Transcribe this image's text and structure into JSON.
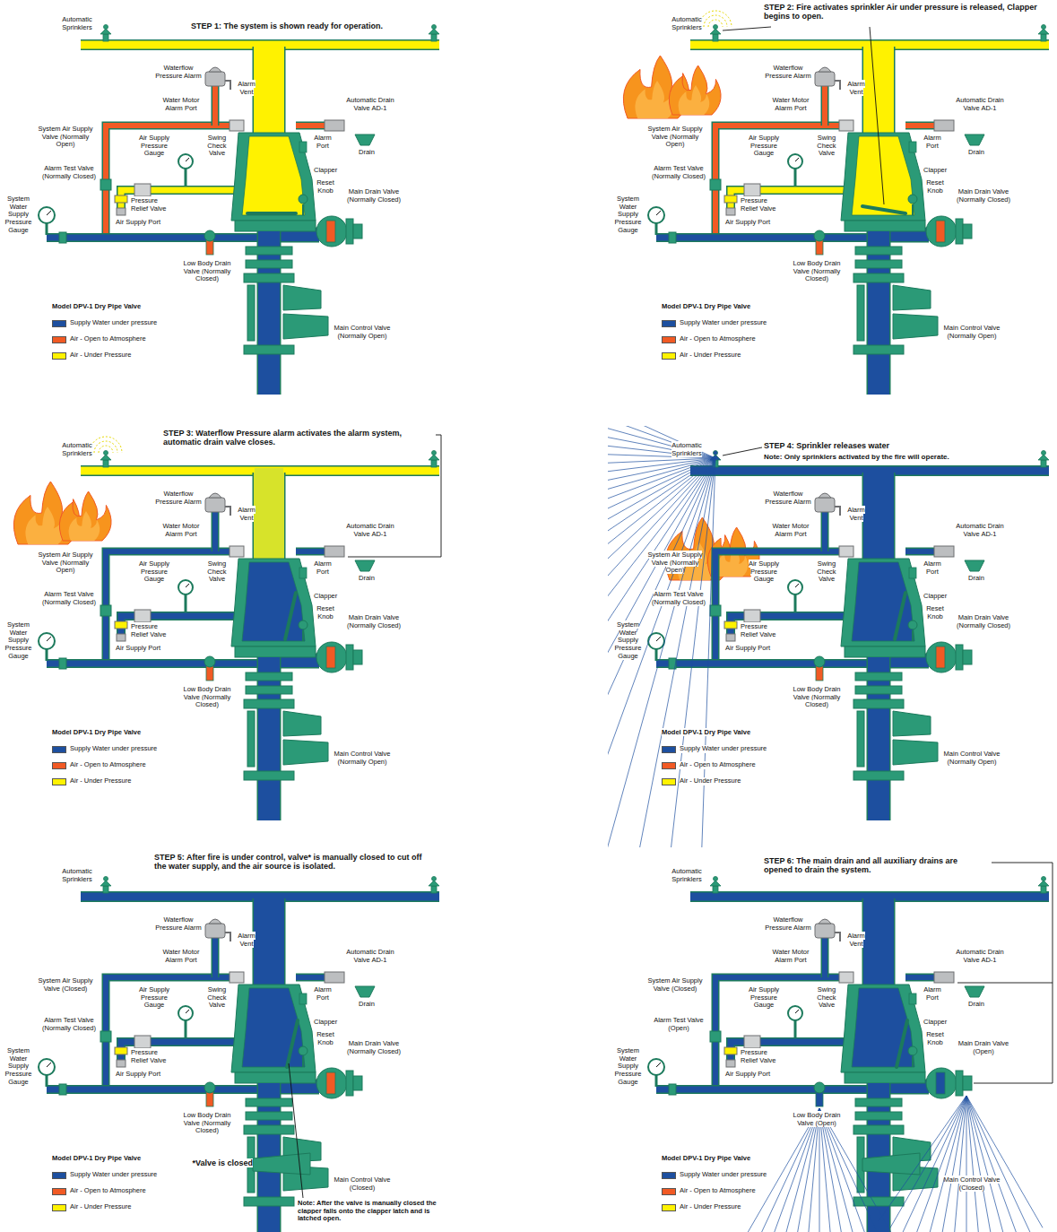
{
  "diagram": {
    "labels": [
      "STEP 1: The system is shown ready for operation.",
      "Automatic Sprinklers",
      "Waterflow Pressure Alarm",
      "Alarm Vent",
      "Water Motor Alarm Port",
      "Swing Check Valve",
      "Automatic Drain Valve AD-1",
      "Drain",
      "System Air Supply Valve (Normally Open)",
      "Air Supply Pressure Gauge",
      "Alarm Port",
      "Clapper",
      "Reset Knob",
      "Alarm Test Valve (Normally Closed)",
      "Pressure Relief Valve",
      "Main Drain Valve (Normally Closed)",
      "System Water Supply Pressure Gauge",
      "Air Supply Port",
      "Low Body Drain Valve (Normally Closed)",
      "Main Control Valve (Normally Open)",
      "Model DPV-1 Dry Pipe Valve",
      "STEP 2: Fire activates sprinkler Air under pressure is released, Clapper begins to open.",
      "Automatic Sprinklers",
      "Waterflow Pressure Alarm",
      "Alarm Vent",
      "Water Motor Alarm Port",
      "Swing Check Valve",
      "Automatic Drain Valve AD-1",
      "Drain",
      "System Air Supply Valve (Normally Open)",
      "Air Supply Pressure Gauge",
      "Alarm Port",
      "Clapper",
      "Reset Knob",
      "Alarm Test Valve (Normally Closed)",
      "Pressure Relief Valve",
      "Main Drain Valve (Normally Closed)",
      "System Water Supply Pressure Gauge",
      "Air Supply Port",
      "Low Body Drain Valve (Normally Closed)",
      "Main Control Valve (Normally Open)",
      "Model DPV-1 Dry Pipe Valve",
      "STEP 3: Waterflow Pressure alarm activates the alarm system, automatic drain valve closes.",
      "Automatic Sprinklers",
      "Waterflow Pressure Alarm",
      "Alarm Vent",
      "Water Motor Alarm Port",
      "Swing Check Valve",
      "Automatic Drain Valve AD-1",
      "Drain",
      "System Air Supply Valve (Normally Open)",
      "Air Supply Pressure Gauge",
      "Alarm Port",
      "Clapper",
      "Reset Knob",
      "Alarm Test Valve (Normally Closed)",
      "Pressure Relief Valve",
      "Main Drain Valve (Normally Closed)",
      "System Water Supply Pressure Gauge",
      "Air Supply Port",
      "Low Body Drain Valve (Normally Closed)",
      "Main Control Valve (Normally Open)",
      "Model DPV-1 Dry Pipe Valve",
      "STEP 4: Sprinkler releases water",
      "Note: Only sprinklers activated by the fire will operate.",
      "Automatic Sprinklers",
      "Waterflow Pressure Alarm",
      "Alarm Vent",
      "Water Motor Alarm Port",
      "Swing Check Valve",
      "Automatic Drain Valve AD-1",
      "Drain",
      "System Air Supply Valve (Normally Open)",
      "Air Supply Pressure Gauge",
      "Alarm Port",
      "Clapper",
      "Reset Knob",
      "Alarm Test Valve (Normally Closed)",
      "Pressure Relief Valve",
      "Main Drain Valve (Normally Closed)",
      "System Water Supply Pressure Gauge",
      "Air Supply Port",
      "Low Body Drain Valve (Normally Closed)",
      "Main Control Valve (Normally Open)",
      "Model DPV-1 Dry Pipe Valve",
      "STEP 5: After fire is under control, valve* is manually closed to cut off the water supply, and the air source is isolated.",
      "Automatic Sprinklers",
      "Waterflow Pressure Alarm",
      "Alarm Vent",
      "Water Motor Alarm Port",
      "Swing Check Valve",
      "Automatic Drain Valve AD-1",
      "Drain",
      "System Air Supply Valve (Closed)",
      "Air Supply Pressure Gauge",
      "Alarm Port",
      "Clapper",
      "Reset Knob",
      "Alarm Test Valve (Normally Closed)",
      "Pressure Relief Valve",
      "Main Drain Valve (Normally Closed)",
      "System Water Supply Pressure Gauge",
      "Air Supply Port",
      "Low Body Drain Valve (Normally Closed)",
      "Main Control Valve (Closed)",
      "*Valve is closed",
      "Note: After the valve is manually closed the clapper falls onto the clapper latch and is latched open.",
      "Model DPV-1 Dry Pipe Valve",
      "STEP 6: The main drain and all auxiliary drains are opened to drain the system.",
      "Automatic Sprinklers",
      "Waterflow Pressure Alarm",
      "Alarm Vent",
      "Water Motor Alarm Port",
      "Swing Check Valve",
      "Automatic Drain Valve AD-1",
      "Drain",
      "System Air Supply Valve (Closed)",
      "Air Supply Pressure Gauge",
      "Alarm Port",
      "Clapper",
      "Reset Knob",
      "Alarm Test Valve (Open)",
      "Pressure Relief Valve",
      "Main Drain Valve (Open)",
      "System Water Supply Pressure Gauge",
      "Air Supply Port",
      "Low Body Drain Valve (Open)",
      "Main Control Valve (Closed)",
      "Model DPV-1 Dry Pipe Valve"
    ],
    "legend": [
      {
        "text": "Supply Water under pressure",
        "color": "#1d4f9f"
      },
      {
        "text": "Air - Open to Atmosphere",
        "color": "#f15a24"
      },
      {
        "text": "Air - Under Pressure",
        "color": "#fff200"
      },
      {
        "text": "Supply Water under pressure",
        "color": "#1d4f9f"
      },
      {
        "text": "Air - Open to Atmosphere",
        "color": "#f15a24"
      },
      {
        "text": "Air - Under Pressure",
        "color": "#fff200"
      },
      {
        "text": "Supply Water under pressure",
        "color": "#1d4f9f"
      },
      {
        "text": "Air - Open to Atmosphere",
        "color": "#f15a24"
      },
      {
        "text": "Air - Under Pressure",
        "color": "#fff200"
      },
      {
        "text": "Supply Water under pressure",
        "color": "#1d4f9f"
      },
      {
        "text": "Air - Open to Atmosphere",
        "color": "#f15a24"
      },
      {
        "text": "Air - Under Pressure",
        "color": "#fff200"
      },
      {
        "text": "Supply Water under pressure",
        "color": "#1d4f9f"
      },
      {
        "text": "Air - Open to Atmosphere",
        "color": "#f15a24"
      },
      {
        "text": "Air - Under Pressure",
        "color": "#fff200"
      },
      {
        "text": "Supply Water under pressure",
        "color": "#1d4f9f"
      },
      {
        "text": "Air - Open to Atmosphere",
        "color": "#f15a24"
      },
      {
        "text": "Air - Under Pressure",
        "color": "#fff200"
      }
    ]
  }
}
